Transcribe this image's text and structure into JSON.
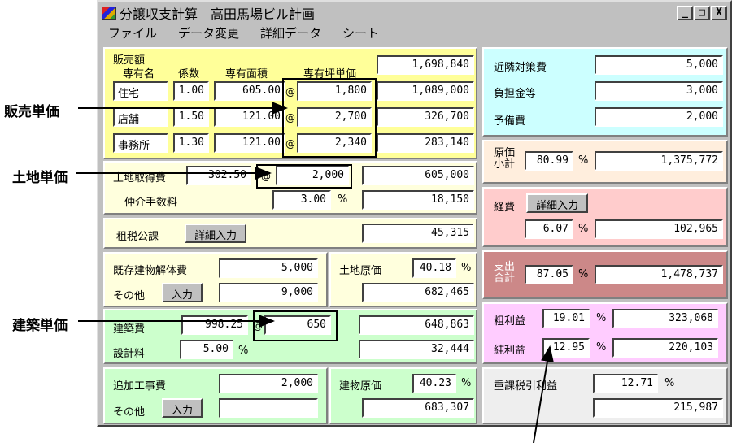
{
  "window": {
    "title": "分譲収支計算　高田馬場ビル計画",
    "minimize": "_",
    "maximize": "□",
    "close": "X"
  },
  "menu": [
    "ファイル",
    "データ変更",
    "詳細データ",
    "シート"
  ],
  "annotations": {
    "sales_unit_price": "販売単価",
    "land_unit_price": "土地単価",
    "construction_unit_price": "建築単価"
  },
  "sales": {
    "title": "販売額",
    "col_name": "専有名",
    "col_factor": "係数",
    "col_area": "専有面積",
    "col_unit_price": "専有坪単価",
    "total": "1,698,840",
    "rows": [
      {
        "name": "住宅",
        "factor": "1.00",
        "area": "605.00",
        "at": "@",
        "unit_price": "1,800",
        "amount": "1,089,000"
      },
      {
        "name": "店舗",
        "factor": "1.50",
        "area": "121.00",
        "at": "@",
        "unit_price": "2,700",
        "amount": "326,700"
      },
      {
        "name": "事務所",
        "factor": "1.30",
        "area": "121.00",
        "at": "@",
        "unit_price": "2,340",
        "amount": "283,140"
      }
    ]
  },
  "land": {
    "label": "土地取得費",
    "area": "302.50",
    "at": "@",
    "unit_price": "2,000",
    "amount": "605,000",
    "broker_label": "仲介手数料",
    "broker_rate": "3.00",
    "pct": "%",
    "broker_amount": "18,150"
  },
  "tax": {
    "label": "租税公課",
    "button": "詳細入力",
    "amount": "45,315"
  },
  "demolition": {
    "label": "既存建物解体費",
    "amount": "5,000",
    "other_label": "その他",
    "button": "入力",
    "other_amount": "9,000"
  },
  "land_cost": {
    "label": "土地原価",
    "rate": "40.18",
    "pct": "%",
    "amount": "682,465"
  },
  "construction": {
    "label": "建築費",
    "area": "998.25",
    "at": "@",
    "unit_price": "650",
    "amount": "648,863",
    "design_label": "設計料",
    "design_rate": "5.00",
    "pct": "%",
    "design_amount": "32,444"
  },
  "additional": {
    "label": "追加工事費",
    "amount": "2,000",
    "other_label": "その他",
    "button": "入力",
    "other_amount": ""
  },
  "building_cost": {
    "label": "建物原価",
    "rate": "40.23",
    "pct": "%",
    "amount": "683,307"
  },
  "right": {
    "neighbor_label": "近隣対策費",
    "neighbor": "5,000",
    "burden_label": "負担金等",
    "burden": "3,000",
    "reserve_label": "予備費",
    "reserve": "2,000",
    "cost_label1": "原価",
    "cost_label2": "小計",
    "cost_rate": "80.99",
    "pct": "%",
    "cost_amount": "1,375,772",
    "expense_label": "経費",
    "expense_button": "詳細入力",
    "expense_rate": "6.07",
    "expense_amount": "102,965",
    "out_label1": "支出",
    "out_label2": "合計",
    "out_rate": "87.05",
    "out_amount": "1,478,737",
    "gross_label": "粗利益",
    "gross_rate": "19.01",
    "gross_amount": "323,068",
    "net_label": "純利益",
    "net_rate": "12.95",
    "net_amount": "220,103",
    "after_tax_label": "重課税引利益",
    "after_tax_rate": "12.71",
    "after_tax_amount": "215,987"
  },
  "colors": {
    "yellow": "#ffff99",
    "cream": "#ffffdd",
    "green": "#ccffcc",
    "cyan": "#ccffff",
    "peach": "#ffeedd",
    "rose": "#ffcccc",
    "darkrose": "#cc8888",
    "pink": "#ffccff",
    "lightgray": "#eeeeee"
  }
}
